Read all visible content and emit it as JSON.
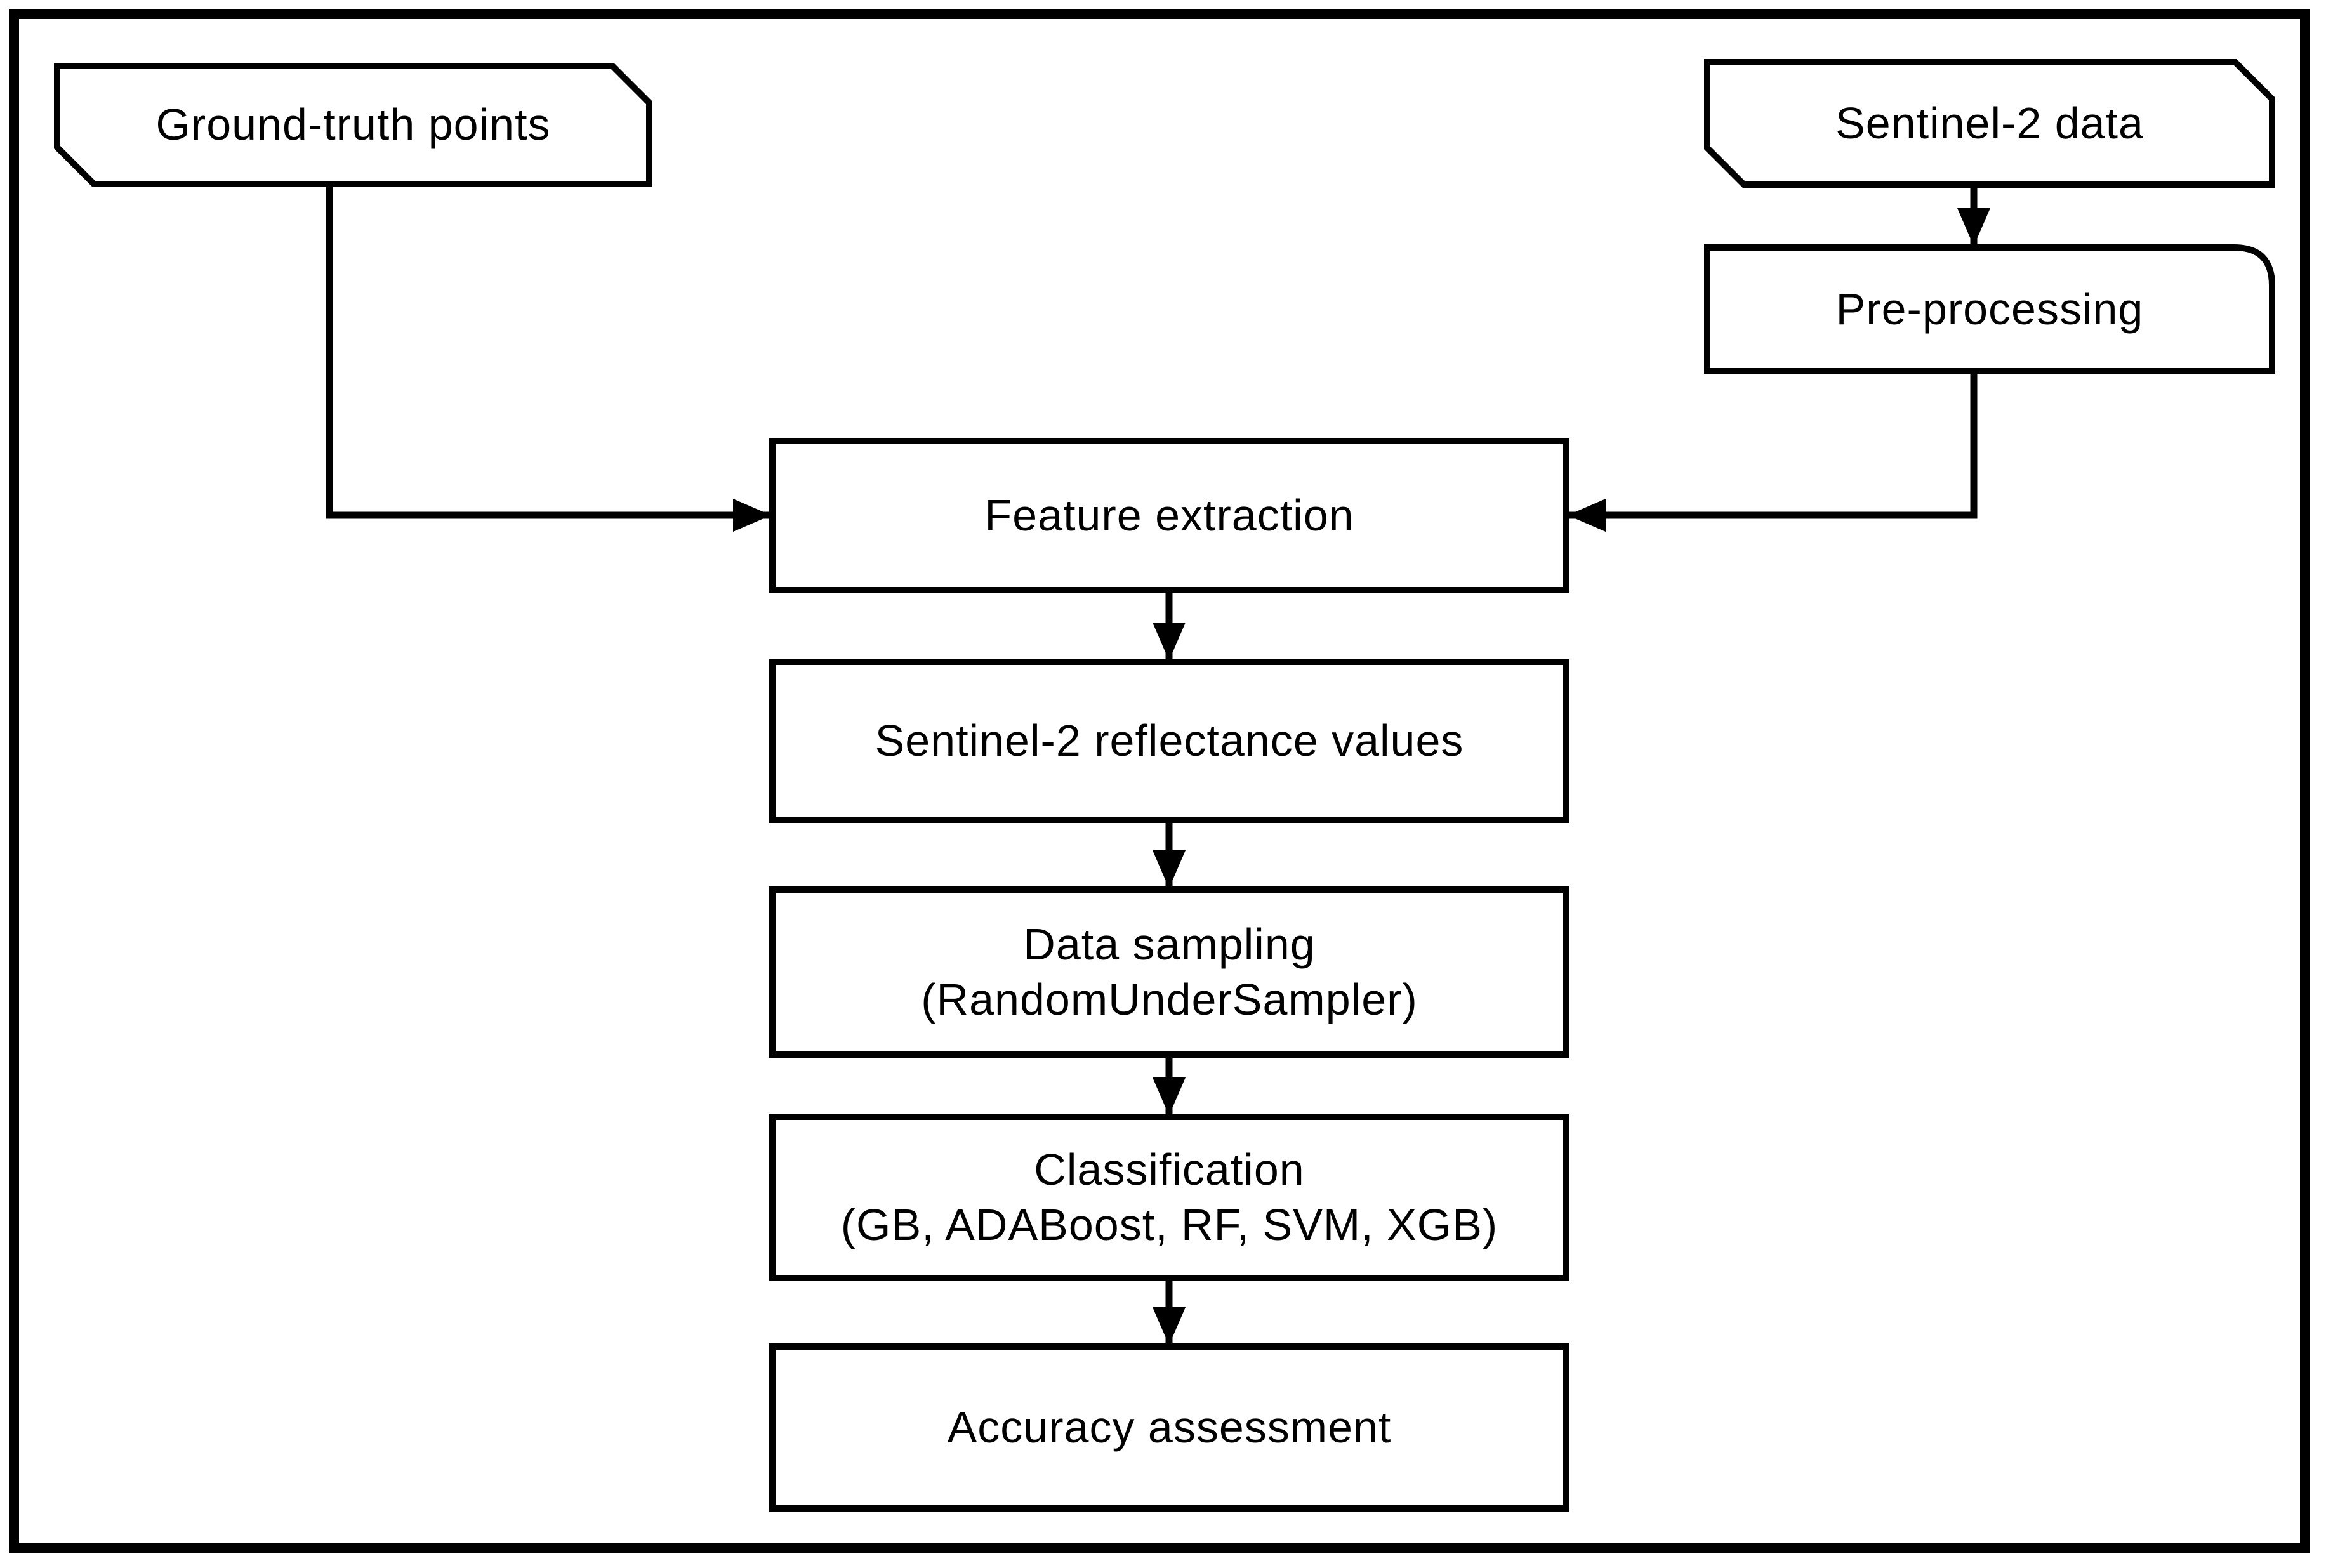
{
  "diagram_type": "flowchart",
  "colors": {
    "background": "#ffffff",
    "stroke": "#000000",
    "text": "#000000",
    "node_fill": "#ffffff"
  },
  "nodes": {
    "ground_truth": {
      "label": "Ground-truth points",
      "shape": "card"
    },
    "sentinel2_data": {
      "label": "Sentinel-2 data",
      "shape": "card"
    },
    "preprocessing": {
      "label": "Pre-processing",
      "shape": "process-rounded-top-right"
    },
    "feature_extraction": {
      "label": "Feature extraction",
      "shape": "process"
    },
    "reflectance_values": {
      "label": "Sentinel-2 reflectance values",
      "shape": "process"
    },
    "data_sampling": {
      "label": "Data sampling\n(RandomUnderSampler)",
      "shape": "process"
    },
    "classification": {
      "label": "Classification\n(GB, ADABoost, RF, SVM, XGB)",
      "shape": "process"
    },
    "accuracy_assessment": {
      "label": "Accuracy assessment",
      "shape": "process"
    }
  },
  "edges": [
    {
      "from": "ground_truth",
      "to": "feature_extraction"
    },
    {
      "from": "sentinel2_data",
      "to": "preprocessing"
    },
    {
      "from": "preprocessing",
      "to": "feature_extraction"
    },
    {
      "from": "feature_extraction",
      "to": "reflectance_values"
    },
    {
      "from": "reflectance_values",
      "to": "data_sampling"
    },
    {
      "from": "data_sampling",
      "to": "classification"
    },
    {
      "from": "classification",
      "to": "accuracy_assessment"
    }
  ]
}
